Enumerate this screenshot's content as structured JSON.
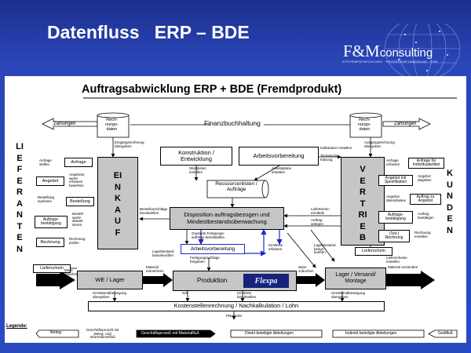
{
  "slide": {
    "title": "Datenfluss   ERP – BDE"
  },
  "logo": {
    "main": "F&M",
    "suffix": "consulting",
    "sub": "SYSTEMENTWICKLUNG · PROZESSOPTIMIERUNG · ERP"
  },
  "diagram": {
    "title": "Auftragsabwicklung ERP + BDE (Fremdprodukt)",
    "lieferanten": "LIEFERANTEN",
    "kunden": "KUNDEN",
    "einkauf": "EINKAUF",
    "vertrieb": "VERTRIEB",
    "finanzbuchhaltung": "Finanzbuchhaltung",
    "rechnungsdaten": "Rech-\nnungs-\ndaten",
    "zahlungen": "Zahlungen",
    "eingangsrechnung": "Eingangsrechnung\nübergeben",
    "kalkulation_erstellen": "Kalkulation erstellen",
    "ausgangsrechnung": "Ausgangsrechnung\nübergeben",
    "konstruktion": "Konstruktion /\nEntwicklung",
    "arbeitsvorbereitung_top": "Arbeitsvorbereitung",
    "stuecklisten": "Stücklisten\nerstellen",
    "arbeitsplaene": "Arbeitspläne\nerstellen",
    "technische_klaerung": "Technische\nKlärung",
    "ressourcen": "Ressourcenlisten /\nAufträge",
    "disposition": "Disposition auftragsbezogen und\nMindestbestandsüberwachung",
    "bestellvorschlaege": "Bestellvorschläge\nbereitstellen",
    "liefertermin": "Liefertermin\nermitteln",
    "auftrag_anlegen": "Auftrag\nanlegen",
    "geplante": "Geplante Fertigungs-\naufträge bereitstellen",
    "arbeitsvorbereitung_mid": "Arbeitsvorbereitung",
    "lagerbestand_beauskunften": "Lagerbestand\nbeauskunften",
    "fertigungsauftraege": "Fertigungsaufträge\nfreigeben",
    "istwerte": "Ist-Werte\nerfassen",
    "lagerbestand_beauskunften2": "Lagerbestand\nbeaus-\nkunften",
    "lieferschein_left": "Lieferschein",
    "lieferschein_right": "Lieferschein",
    "ware_annehmen": "Ware\nannehmen",
    "we_lager": "WE / Lager",
    "material_entnehmen": "Material\nentnehmen",
    "produktion": "Produktion",
    "ware_zubuchen": "Ware\nzubuchen",
    "lager_versand": "Lager / Versand/\nMontage",
    "material_versenden": "Material versenden",
    "anlage_installieren": "Anlage installieren",
    "lieferscheine_erstellen": "Lieferscheine\nerstellen",
    "ist_materialbewegung_left": "Ist-Materialbewegung\nübergeben",
    "soll": "Soll",
    "ist_werte_bereitstellen": "Ist-Werte\nbereitstellen",
    "ist_materialbewegung_right": "Ist-Materialbewegung\nübergeben",
    "kostenstellen": "Kostenstellenrechnung / Nachkalkulation / Lohn",
    "planwerte": "Planwerte",
    "fexpa": "Flexpa",
    "left_sup": {
      "anfrage_stellen": "Anfrage\nstellen",
      "anfrage": "Anfrage",
      "angebote_werte": "Angebots-\nwerte\nerfassen\nbewerten",
      "angebot": "Angebot",
      "bestellung_ausloesen": "Bestellung\nauslösen",
      "bestellung": "Bestellung",
      "bestell_werte": "Bestell-\nwerte\naktuali-\nsieren",
      "auftragsbestaetigung": "Auftrags-\nbestätigung",
      "rechnung": "Rechnung",
      "rechnung_pruefen": "Rechnung\nprüfen"
    },
    "right_cust": {
      "anfrage_erfassen": "Anfrage\nerfassen",
      "anfrage_individual": "Anfrage für\nIndividualartikel",
      "angebot_spez": "Angebot mit\nSpezifikation",
      "angebot_abgeben": "Angebot\nabgeben",
      "angebot_ueberarbeiten": "Angebot\nüberarbeiten",
      "auftrag_zu_angebot": "Auftrag zu\nAngebot",
      "auftragsbestaetigung": "Auftrags-\nbestätigung",
      "auftrag_bestaetigen": "Auftrag\nbestätigen",
      "teil_rechnung": "(Teil-)\nRechnung",
      "rechnung_erstellen": "Rechnung\nerstellen"
    },
    "legend": {
      "title": "Legende:",
      "beleg": "Beleg",
      "geschaeftsprozess": "Geschäftsprozeß mit\nBeleg- und\nInformationsfluß",
      "geschaeftsprozess_material": "Geschäftsprozeß mit Materialfluß",
      "direkt": "Direkt beteiligte Abteilungen",
      "indirekt": "Indirekt beteiligte Abteilungen",
      "geldfluss": "Geldfluß"
    }
  }
}
